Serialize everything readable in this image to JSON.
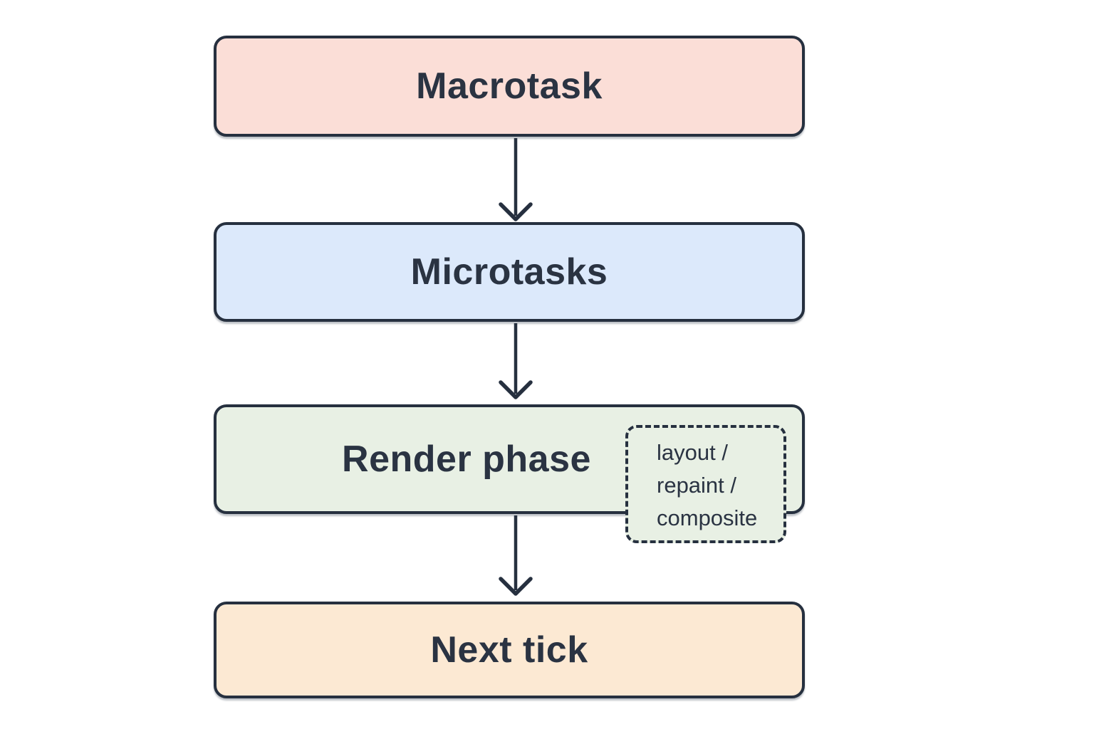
{
  "diagram": {
    "type": "flowchart",
    "background_color": "#ffffff",
    "stroke_color": "#26303f",
    "text_color": "#2a3342",
    "nodes": [
      {
        "id": "macrotask",
        "label": "Macrotask",
        "fill": "#fbded7"
      },
      {
        "id": "microtasks",
        "label": "Microtasks",
        "fill": "#dce9fb"
      },
      {
        "id": "render-phase",
        "label": "Render phase",
        "fill": "#e8f0e4"
      },
      {
        "id": "next-tick",
        "label": "Next tick",
        "fill": "#fce9d3"
      }
    ],
    "annotation": {
      "attached_to": "render-phase",
      "fill": "#e8f0e4",
      "lines": [
        "layout /",
        "repaint /",
        "composite"
      ]
    },
    "arrows": [
      {
        "from": "macrotask",
        "to": "microtasks"
      },
      {
        "from": "microtasks",
        "to": "render-phase"
      },
      {
        "from": "render-phase",
        "to": "next-tick"
      }
    ]
  }
}
